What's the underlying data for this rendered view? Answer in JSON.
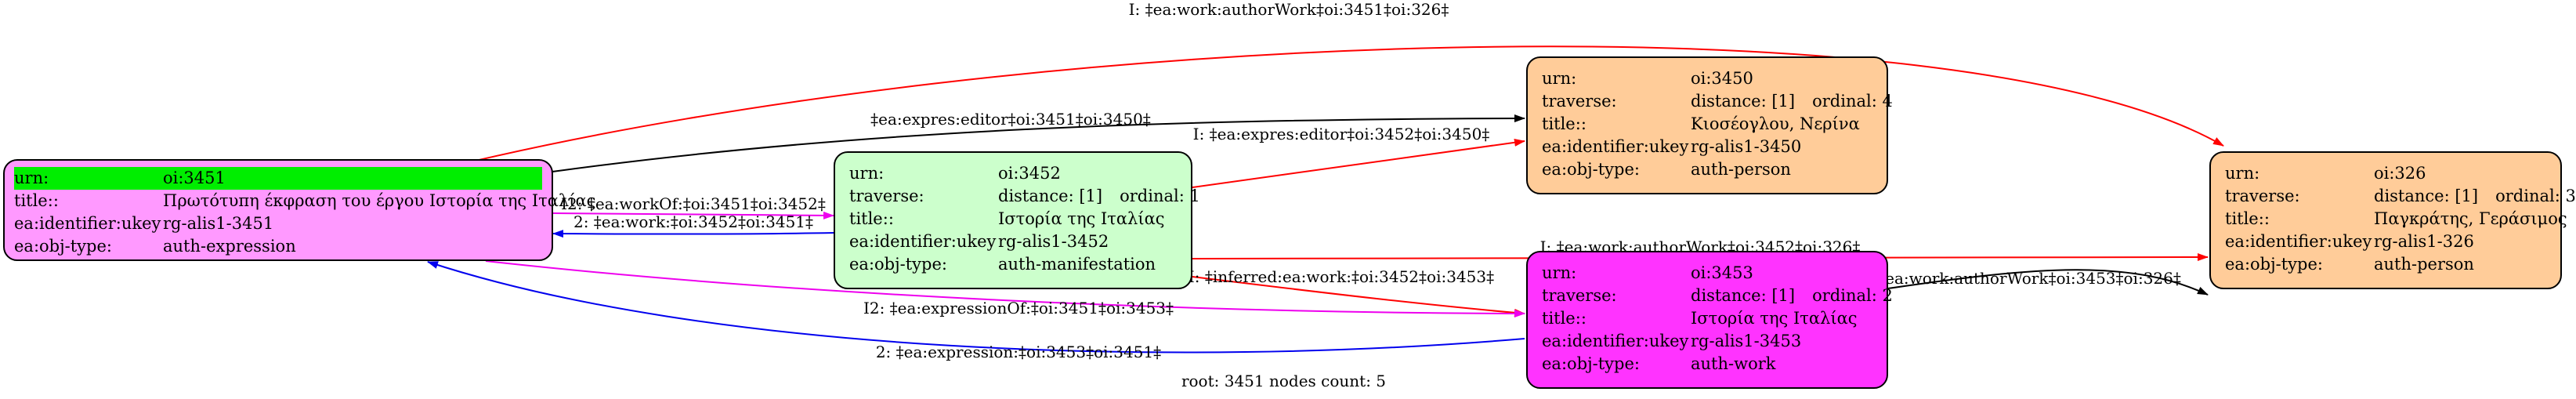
{
  "colors": {
    "expression": "#ff99ff",
    "manifestation": "#ccffcc",
    "person": "#ffcc99",
    "work": "#ff33ff",
    "highlight": "#00ee00",
    "edge_black": "#000000",
    "edge_red": "#ff0000",
    "edge_blue": "#0000ee",
    "edge_magenta": "#ee00ee"
  },
  "nodes": {
    "n3451": {
      "rows": [
        {
          "k": "urn:",
          "v": "oi:3451"
        },
        {
          "k": "title::",
          "v": "Πρωτότυπη έκφραση του έργου Ιστορία της Ιταλίας"
        },
        {
          "k": "ea:identifier:ukey",
          "v": "rg-alis1-3451"
        },
        {
          "k": "ea:obj-type:",
          "v": "auth-expression"
        }
      ]
    },
    "n3452": {
      "rows": [
        {
          "k": "urn:",
          "v": "oi:3452"
        },
        {
          "k": "traverse:",
          "v": "distance: [1]",
          "v2": "ordinal: 1"
        },
        {
          "k": "title::",
          "v": "Ιστορία της Ιταλίας"
        },
        {
          "k": "ea:identifier:ukey",
          "v": "rg-alis1-3452"
        },
        {
          "k": "ea:obj-type:",
          "v": "auth-manifestation"
        }
      ]
    },
    "n3450": {
      "rows": [
        {
          "k": "urn:",
          "v": "oi:3450"
        },
        {
          "k": "traverse:",
          "v": "distance: [1]",
          "v2": "ordinal: 4"
        },
        {
          "k": "title::",
          "v": "Κιοσέογλου, Νερίνα"
        },
        {
          "k": "ea:identifier:ukey",
          "v": "rg-alis1-3450"
        },
        {
          "k": "ea:obj-type:",
          "v": "auth-person"
        }
      ]
    },
    "n3453": {
      "rows": [
        {
          "k": "urn:",
          "v": "oi:3453"
        },
        {
          "k": "traverse:",
          "v": "distance: [1]",
          "v2": "ordinal: 2"
        },
        {
          "k": "title::",
          "v": "Ιστορία της Ιταλίας"
        },
        {
          "k": "ea:identifier:ukey",
          "v": "rg-alis1-3453"
        },
        {
          "k": "ea:obj-type:",
          "v": "auth-work"
        }
      ]
    },
    "n326": {
      "rows": [
        {
          "k": "urn:",
          "v": "oi:326"
        },
        {
          "k": "traverse:",
          "v": "distance: [1]",
          "v2": "ordinal: 3"
        },
        {
          "k": "title::",
          "v": "Παγκράτης, Γεράσιμος"
        },
        {
          "k": "ea:identifier:ukey",
          "v": "rg-alis1-326"
        },
        {
          "k": "ea:obj-type:",
          "v": "auth-person"
        }
      ]
    }
  },
  "edges": {
    "authorwork_3451_326": "I: ‡ea:work:authorWork‡oi:3451‡oi:326‡",
    "expres_editor_3451_3450": "‡ea:expres:editor‡oi:3451‡oi:3450‡",
    "expres_editor_3452_3450": "I: ‡ea:expres:editor‡oi:3452‡oi:3450‡",
    "workof_3451_3452": "I2: ‡ea:workOf:‡oi:3451‡oi:3452‡",
    "work_3452_3451": "2: ‡ea:work:‡oi:3452‡oi:3451‡",
    "authorwork_3452_326": "I: ‡ea:work:authorWork‡oi:3452‡oi:326‡",
    "inferred_3452_3453": "I: ‡inferred:ea:work:‡oi:3452‡oi:3453‡",
    "authorwork_3453_326": "‡ea:work:authorWork‡oi:3453‡oi:326‡",
    "expressionof_3451_3453": "I2: ‡ea:expressionOf:‡oi:3451‡oi:3453‡",
    "expression_3453_3451": "2: ‡ea:expression:‡oi:3453‡oi:3451‡"
  },
  "footer": "root: 3451 nodes count: 5"
}
